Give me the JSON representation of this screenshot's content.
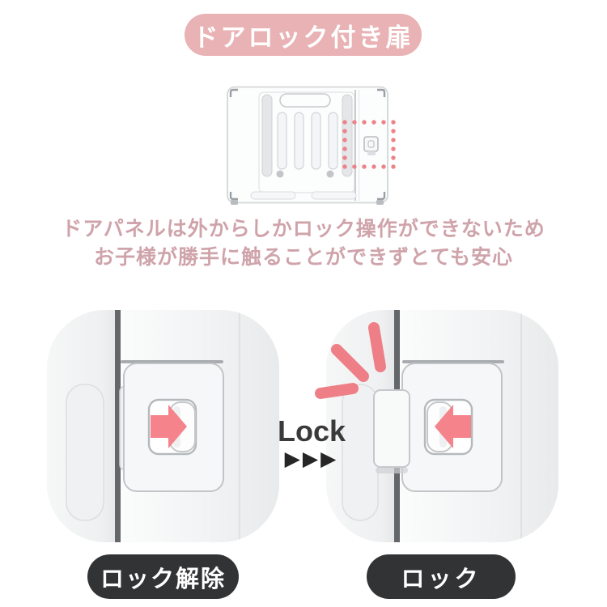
{
  "colors": {
    "accent_pink": "#e9b2b4",
    "salmon_accent": "#f2868d",
    "highlight_dots": "#ed8389",
    "description_text": "#cfa3aa",
    "caption_bg": "#323335",
    "transition_text": "#3a3a3a",
    "background": "#ffffff"
  },
  "header": {
    "badge_label": "ドアロック付き扉"
  },
  "illustration": {
    "name": "folding-door-panel-with-lock-highlighted"
  },
  "description": {
    "line1": "ドアパネルは外からしかロック操作ができないため",
    "line2": "お子様が勝手に触ることができずとても安心"
  },
  "comparison": {
    "transition_label": "Lock",
    "transition_arrows": "▶▶▶",
    "unlocked": {
      "caption": "ロック解除",
      "arrow_direction": "right"
    },
    "locked": {
      "caption": "ロック",
      "arrow_direction": "left"
    }
  }
}
